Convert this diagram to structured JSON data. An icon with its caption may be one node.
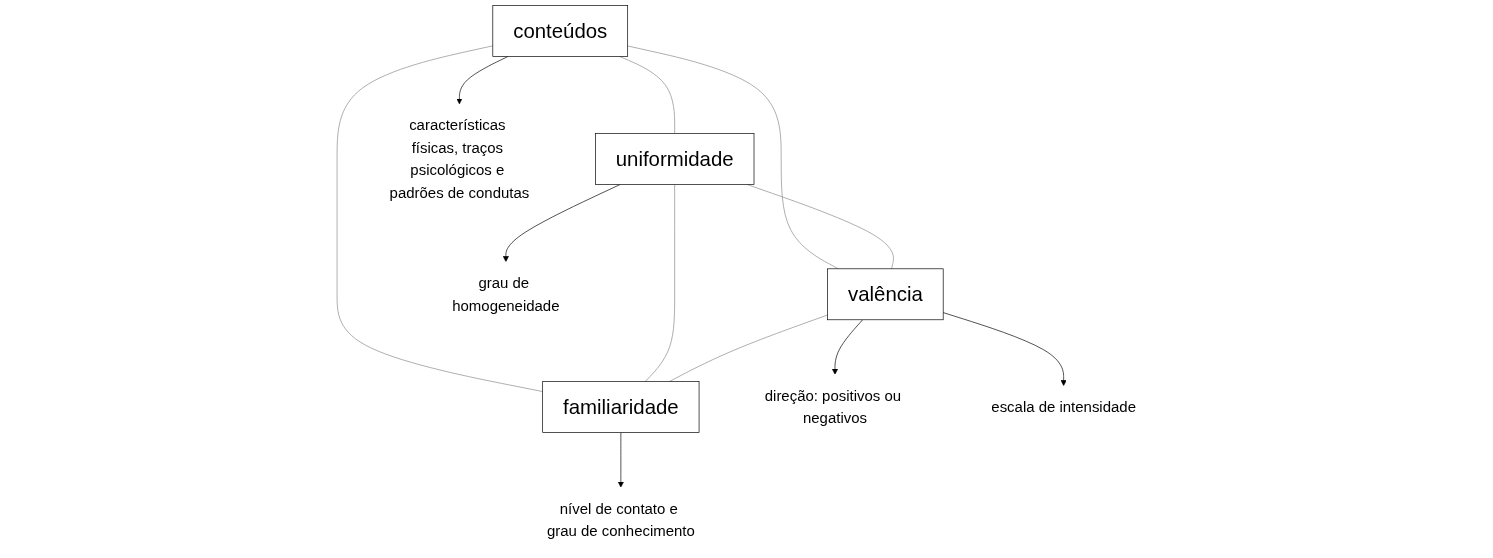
{
  "diagram": {
    "nodes": [
      {
        "text": [
          "conteúdos"
        ]
      },
      {
        "text": [
          "uniformidade"
        ]
      },
      {
        "text": [
          "valência"
        ]
      },
      {
        "text": [
          "familiaridade"
        ]
      },
      {
        "text": [
          "características físicas, traços psicológicos e padrões de condutas"
        ]
      },
      {
        "text": [
          "grau de homogeneidade"
        ]
      },
      {
        "text": [
          "direção: positivos ou negativos"
        ]
      },
      {
        "text": [
          "escala de intensidade"
        ]
      },
      {
        "text": [
          "nível de contato e grau de conhecimento"
        ]
      }
    ],
    "edges": [
      {
        "from": 0,
        "to": 4,
        "arrow": "to",
        "color": "#000000"
      },
      {
        "from": 1,
        "to": 5,
        "arrow": "to",
        "color": "#000000"
      },
      {
        "from": 2,
        "to": 6,
        "arrow": "to",
        "color": "#000000"
      },
      {
        "from": 2,
        "to": 7,
        "arrow": "to",
        "color": "#000000"
      },
      {
        "from": 3,
        "to": 8,
        "arrow": "to",
        "color": "#000000"
      },
      {
        "from": 0,
        "to": 1,
        "arrow": "none"
      },
      {
        "from": 0,
        "to": 2,
        "arrow": "none"
      },
      {
        "from": 0,
        "to": 3,
        "arrow": "none"
      },
      {
        "from": 1,
        "to": 2,
        "arrow": "none"
      },
      {
        "from": 1,
        "to": 3,
        "arrow": "none"
      },
      {
        "from": 2,
        "to": 3,
        "arrow": "none"
      }
    ]
  }
}
